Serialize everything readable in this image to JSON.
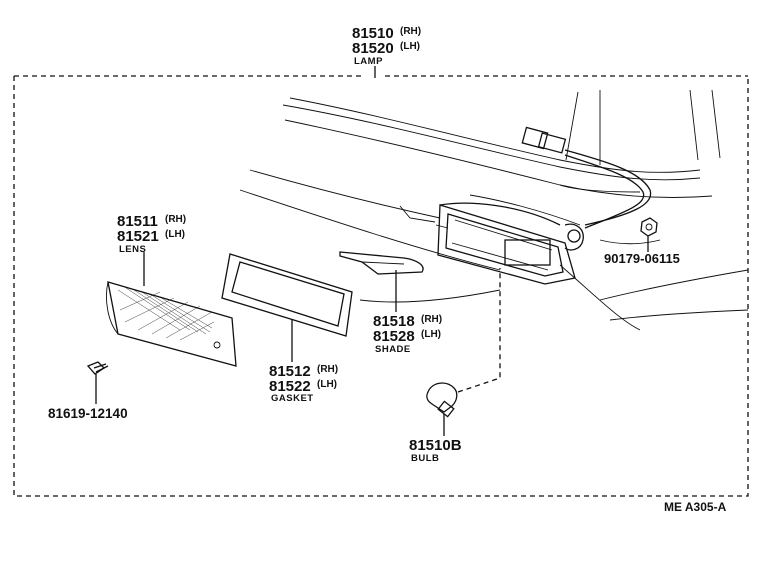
{
  "diagram_code": "ME A305-A",
  "callouts": {
    "lamp": {
      "rh": "81510",
      "rh_suffix": "(RH)",
      "lh": "81520",
      "lh_suffix": "(LH)",
      "name": "LAMP"
    },
    "lens": {
      "rh": "81511",
      "rh_suffix": "(RH)",
      "lh": "81521",
      "lh_suffix": "(LH)",
      "name": "LENS"
    },
    "gasket": {
      "rh": "81512",
      "rh_suffix": "(RH)",
      "lh": "81522",
      "lh_suffix": "(LH)",
      "name": "GASKET"
    },
    "shade": {
      "rh": "81518",
      "rh_suffix": "(RH)",
      "lh": "81528",
      "lh_suffix": "(LH)",
      "name": "SHADE"
    },
    "bulb": {
      "part_no": "81510B",
      "name": "BULB"
    },
    "screw": {
      "part_no": "81619-12140"
    },
    "nut": {
      "part_no": "90179-06115"
    }
  }
}
